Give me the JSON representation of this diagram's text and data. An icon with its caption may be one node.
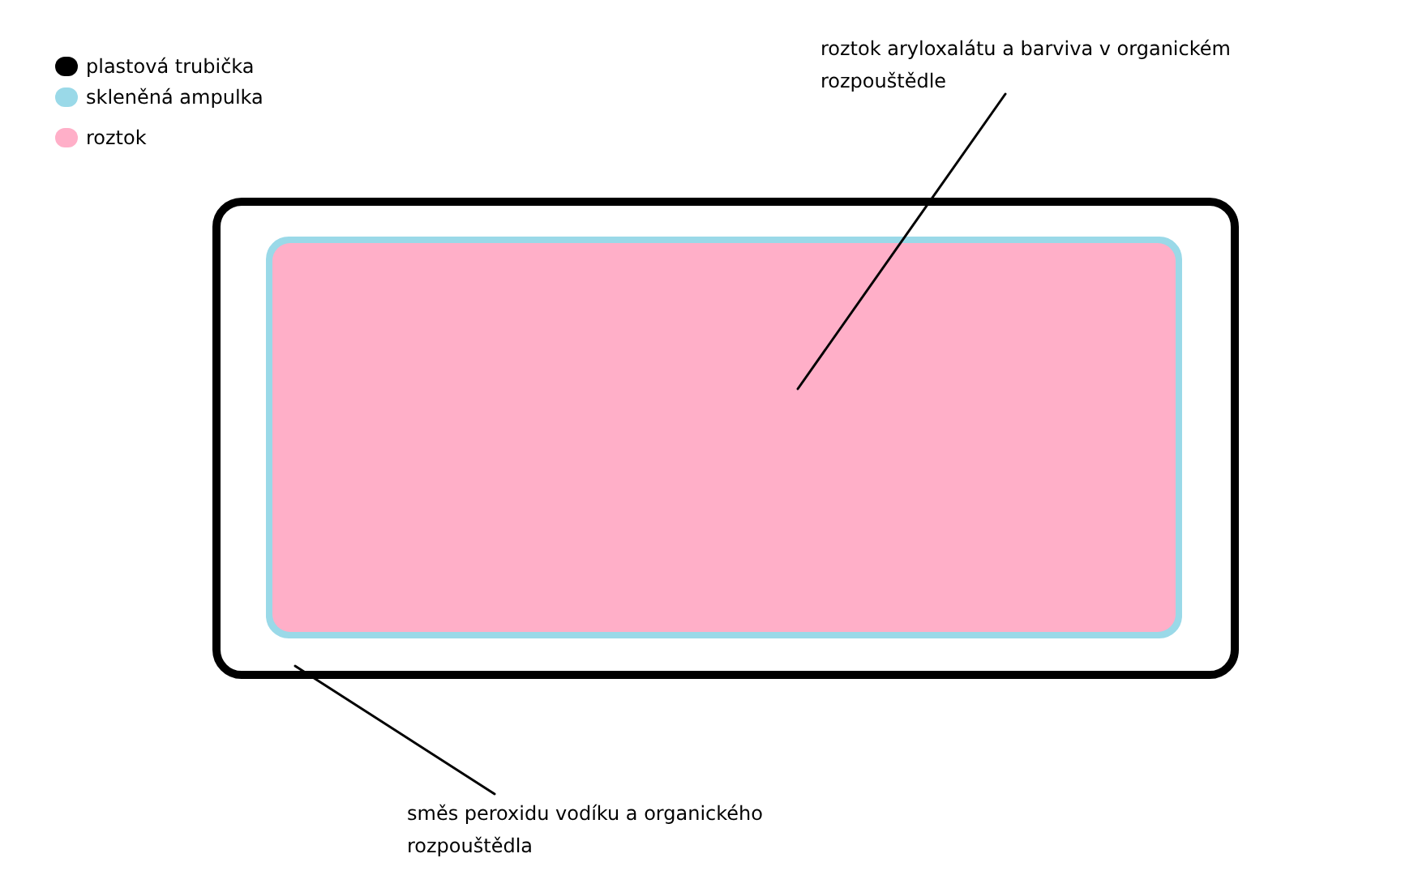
{
  "diagram": {
    "nodes": [
      {
        "text": [],
        "shape": "box"
      },
      {
        "text": [],
        "shape": "box",
        "in": 0
      },
      {
        "text": [],
        "shape": "box",
        "in": 1
      },
      {
        "text": [
          "roztok aryloxalátu a barviva v organickém rozpouštědle"
        ]
      },
      {
        "text": [
          "směs peroxidu vodíku a organického rozpouštědla"
        ]
      }
    ],
    "edges": [
      {
        "from": 3,
        "to": 2,
        "arrow": "none"
      },
      {
        "from": 4,
        "to": 0,
        "arrow": "none"
      }
    ],
    "legend": [
      {
        "text": "plastová trubička",
        "color": "#000000"
      },
      {
        "text": "skleněná ampulka",
        "color": "#9ad9e8"
      },
      {
        "text": "roztok",
        "color": "#ffafc8"
      }
    ]
  }
}
